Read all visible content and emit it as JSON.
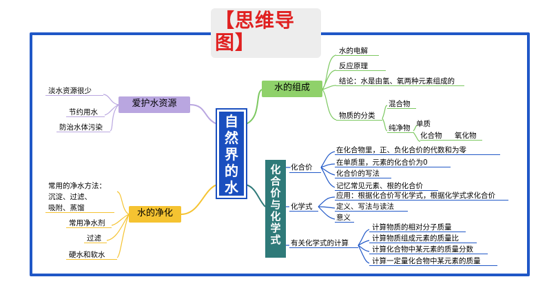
{
  "title": "【思维导图】",
  "center": "自然界的水",
  "branches": {
    "composition": {
      "label": "水的组成",
      "items": [
        "水的电解",
        "反应原理",
        "结论：水是由氢、氧两种元素组成的",
        "物质的分类"
      ],
      "classification": [
        "混合物",
        "纯净物",
        "单质",
        "化合物",
        "氧化物"
      ]
    },
    "protect": {
      "label": "爱护水资源",
      "items": [
        "淡水资源很少",
        "节约用水",
        "防治水体污染"
      ]
    },
    "purify": {
      "label": "水的净化",
      "items": [
        "常用的净水方法：",
        "沉淀、过滤、",
        "吸附、蒸馏",
        "常用净水剂",
        "过滤",
        "硬水和软水"
      ]
    },
    "valence": {
      "label": "化合价与化学式",
      "chars": [
        "化",
        "合",
        "价",
        "与",
        "化",
        "学",
        "式"
      ],
      "sub1": "化合价",
      "sub1_items": [
        "在化合物里，正、负化合价的代数和为零",
        "在单质里，元素的化合价为0",
        "化合价的写法",
        "记忆常见元素、根的化合价"
      ],
      "sub2": "化学式",
      "sub2_items": [
        "应用：根据化合价写化学式，根据化学式求化合价",
        "定义、写法与读法",
        "意义"
      ],
      "sub3": "有关化学式的计算",
      "sub3_items": [
        "计算物质的相对分子质量",
        "计算物质组成元素的质量比",
        "计算化合物中某元素的质量分数",
        "计算一定量化合物中某元素的质量"
      ]
    }
  }
}
